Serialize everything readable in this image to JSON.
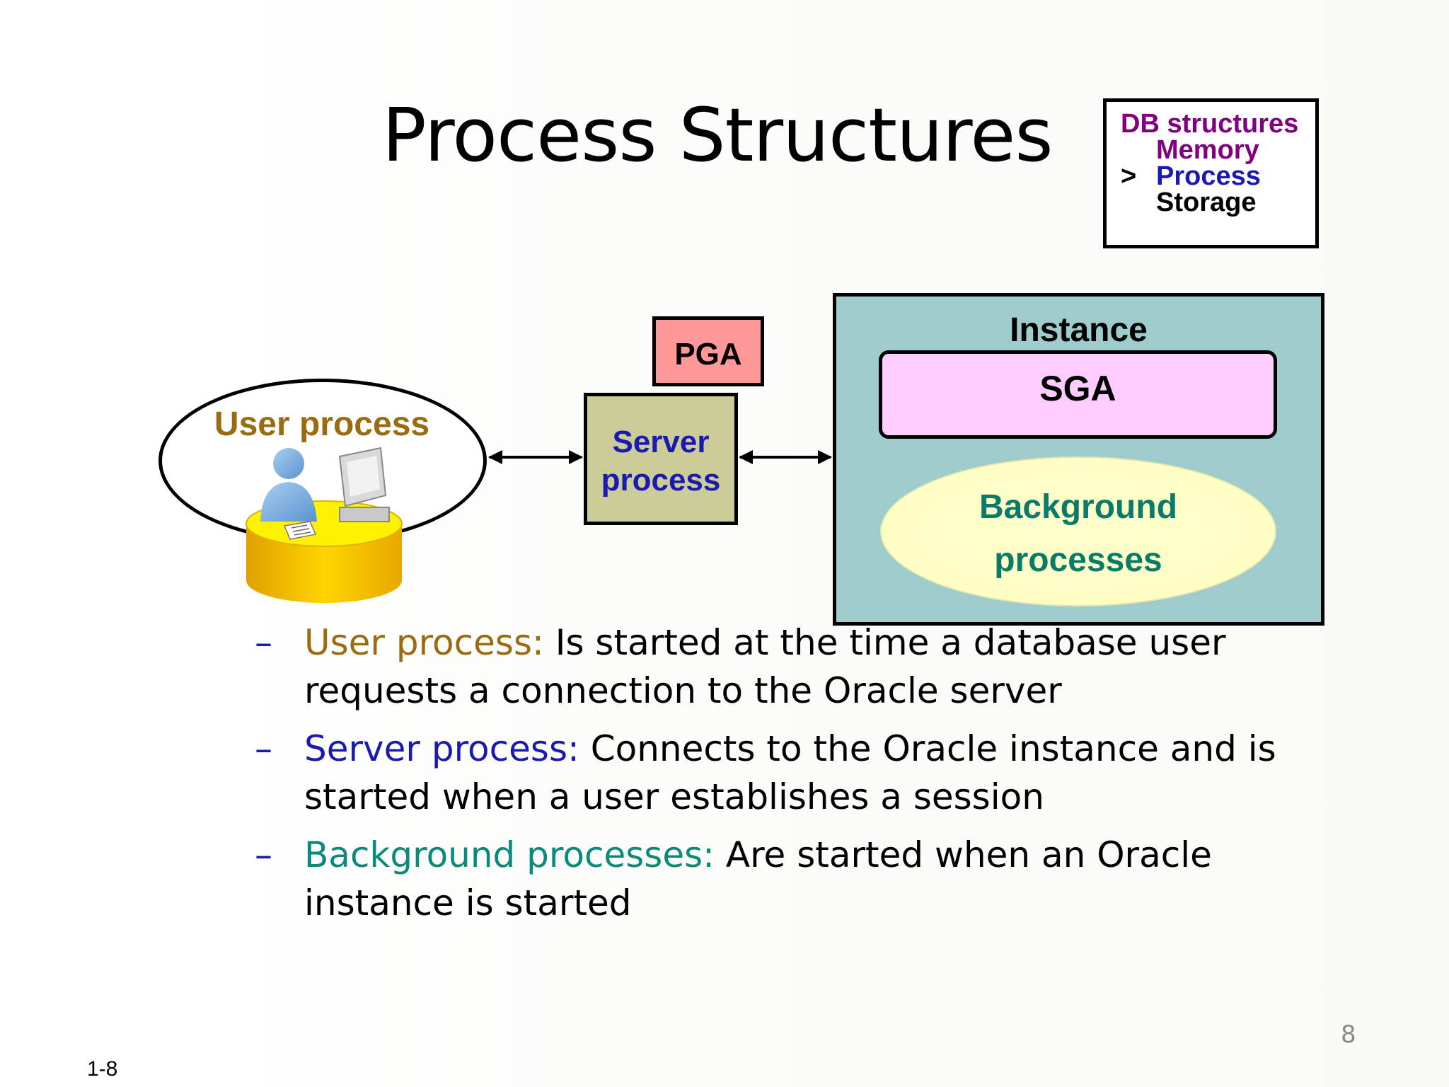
{
  "slide": {
    "title": "Process Structures",
    "page_number": "8",
    "slide_id": "1-8"
  },
  "nav": {
    "items": [
      {
        "label": "DB structures",
        "color": "#800080"
      },
      {
        "label": "Memory",
        "color": "#800080"
      },
      {
        "label": "Process",
        "color": "#1a1ab0",
        "current": true
      },
      {
        "label": "Storage",
        "color": "#000000"
      }
    ],
    "current_marker": ">"
  },
  "diagram": {
    "user_process": "User process",
    "server_process_line1": "Server",
    "server_process_line2": "process",
    "pga": "PGA",
    "instance": "Instance",
    "sga": "SGA",
    "background_line1": "Background",
    "background_line2": "processes",
    "colors": {
      "instance_fill": "#9ecccc",
      "sga_fill": "#ffccff",
      "pga_fill": "#ff9999",
      "server_fill": "#cccc99",
      "background_fill": "#ffffcc"
    }
  },
  "bullets": [
    {
      "dash": "–",
      "label": "User process:",
      "text": " Is started at the time a database user requests a connection to the Oracle server",
      "label_color": "#9a6b10"
    },
    {
      "dash": "–",
      "label": "Server process:",
      "text": " Connects to the Oracle instance and is started when a user establishes a session",
      "label_color": "#1a1ab0"
    },
    {
      "dash": "–",
      "label": "Background processes:",
      "text": " Are started when an Oracle instance is started",
      "label_color": "#0a8a7a"
    }
  ]
}
